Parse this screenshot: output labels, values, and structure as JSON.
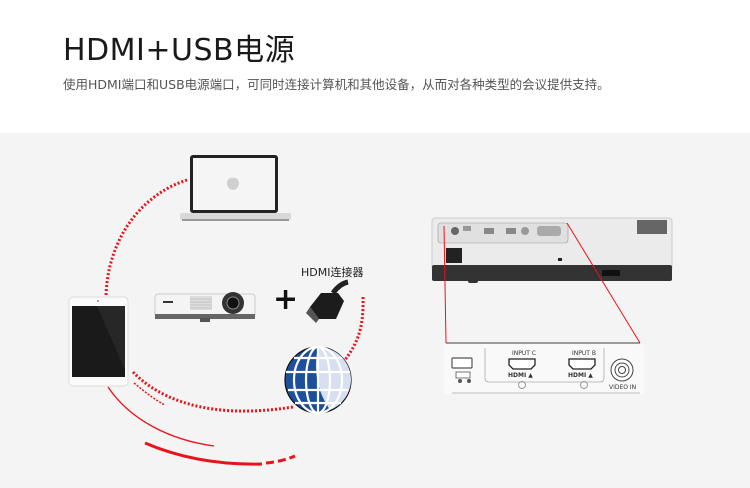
{
  "header": {
    "title": "HDMI+USB电源",
    "subtitle": "使用HDMI端口和USB电源端口，可同时连接计算机和其他设备，从而对各种类型的会议提供支持。"
  },
  "diagram": {
    "connector_label": "HDMI连接器",
    "plus_symbol": "+",
    "devices": [
      "laptop",
      "tablet",
      "projector",
      "hdmi-connector",
      "globe-network"
    ],
    "rear_panel": {
      "ports": [
        {
          "name": "usb-port",
          "label": ""
        },
        {
          "name": "hdmi-port-c",
          "label": "INPUT C",
          "sub": "HDMI"
        },
        {
          "name": "hdmi-port-b",
          "label": "INPUT B",
          "sub": "HDMI"
        },
        {
          "name": "video-in-port",
          "label": "VIDEO IN"
        }
      ]
    },
    "colors": {
      "accent_red": "#e8141b",
      "globe_blue": "#1d4f9c",
      "background": "#f4f4f4"
    }
  }
}
